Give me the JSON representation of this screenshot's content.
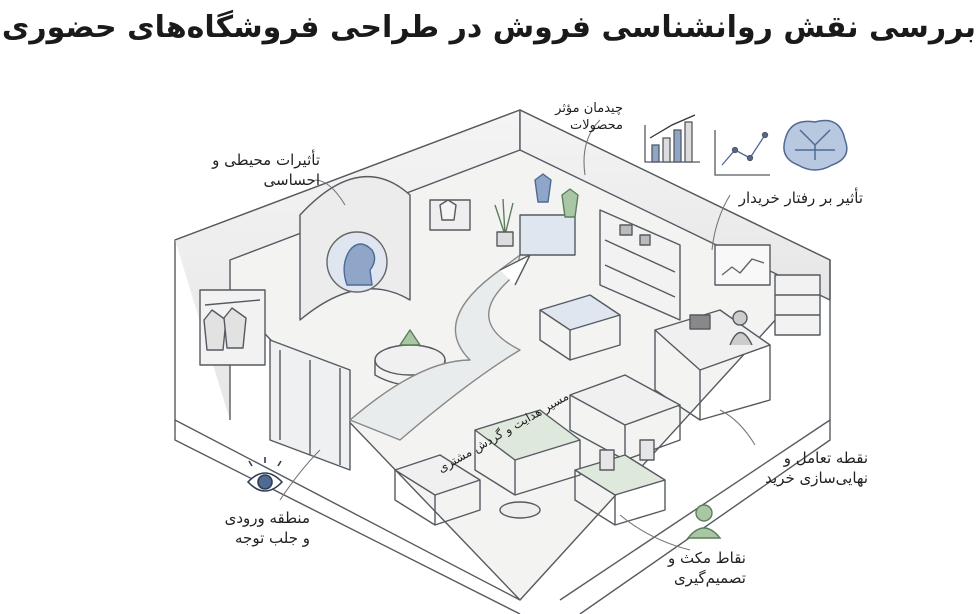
{
  "title": "بررسی نقش روانشناسی فروش در طراحی فروشگاه‌های حضوری",
  "labels": {
    "environment": {
      "line1": "تأثیرات محیطی و",
      "line2": "احساسی"
    },
    "placement": {
      "line1": "چیدمان مؤثر",
      "line2": "محصولات"
    },
    "behavior": {
      "line1": "تأثیر بر رفتار خریدار"
    },
    "path": {
      "line1": "مسیر هدایت و گردش مشتری"
    },
    "checkout": {
      "line1": "نقطه تعامل و",
      "line2": "نهایی‌سازی خرید"
    },
    "entrance": {
      "line1": "منطقه ورودی",
      "line2": "و جلب توجه"
    },
    "decision": {
      "line1": "نقاط مکث و",
      "line2": "تصمیم‌گیری"
    }
  },
  "icons": [
    "brain-icon",
    "bar-chart-icon",
    "line-chart-icon",
    "eye-icon",
    "person-icon",
    "head-profile-icon"
  ],
  "colors": {
    "accent_blue": "#8fa6c8",
    "accent_green": "#a9c7a5",
    "sketch": "#555a60",
    "path_fill": "#e9ecec"
  }
}
